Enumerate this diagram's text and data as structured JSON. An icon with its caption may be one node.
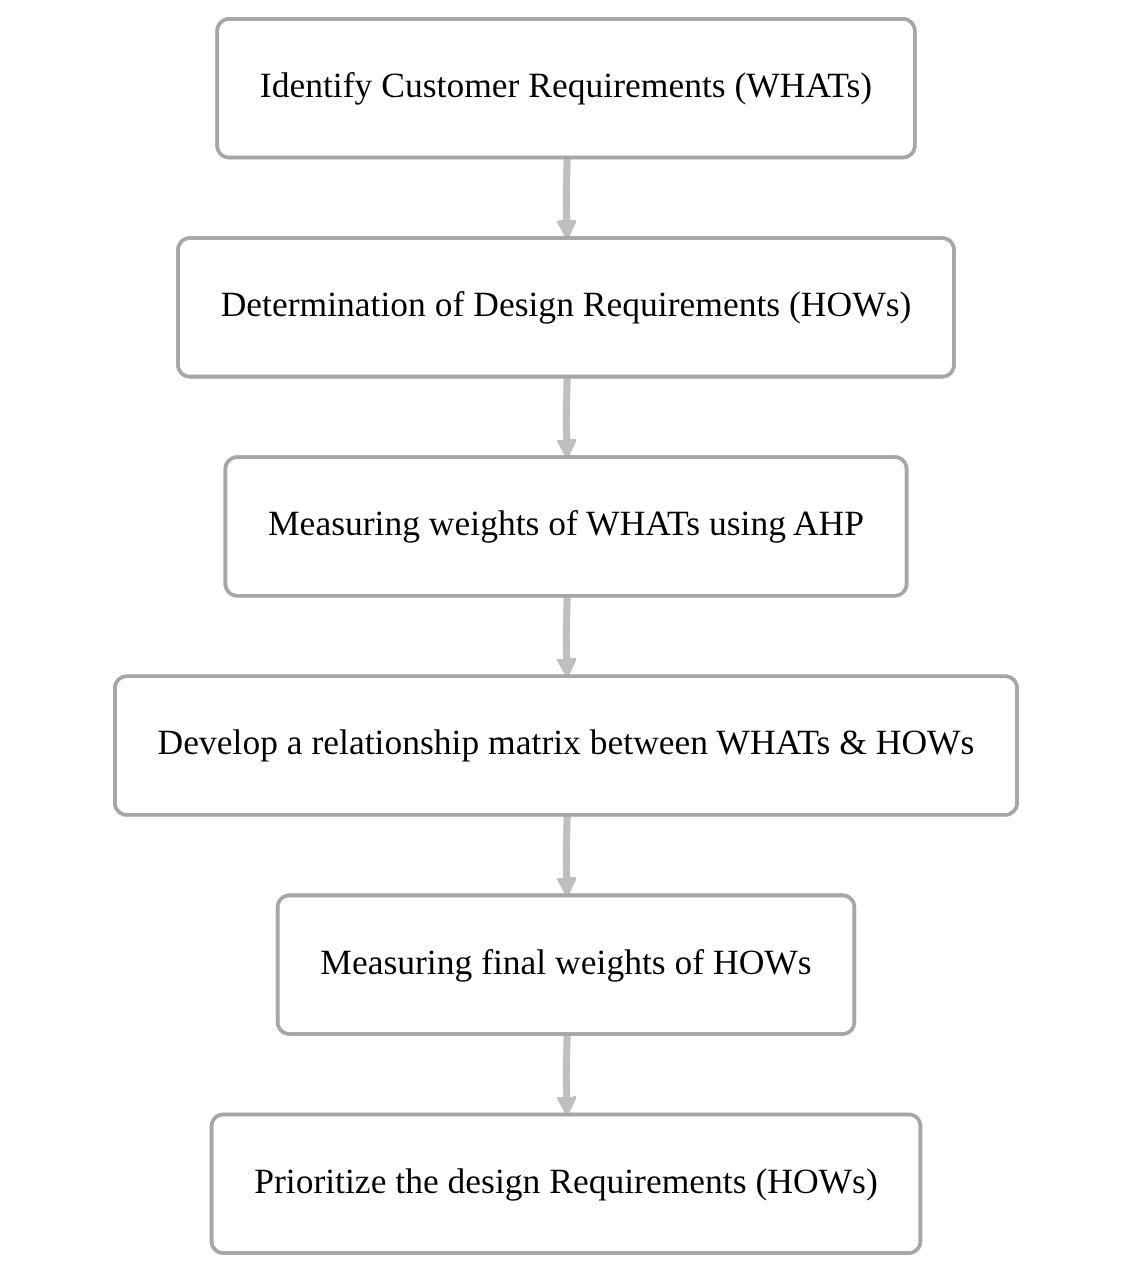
{
  "diagram": {
    "nodes": [
      {
        "text": [
          "Identify Customer Requirements (WHATs)"
        ]
      },
      {
        "text": [
          "Determination of Design Requirements (HOWs)"
        ]
      },
      {
        "text": [
          "Measuring weights of WHATs using AHP"
        ]
      },
      {
        "text": [
          "Develop a relationship matrix between WHATs & HOWs"
        ]
      },
      {
        "text": [
          "Measuring final weights of HOWs"
        ]
      },
      {
        "text": [
          "Prioritize the design Requirements (HOWs)"
        ]
      }
    ],
    "edges": [
      {
        "from": 0,
        "to": 1,
        "arrow": "to"
      },
      {
        "from": 1,
        "to": 2,
        "arrow": "to"
      },
      {
        "from": 2,
        "to": 3,
        "arrow": "to"
      },
      {
        "from": 3,
        "to": 4,
        "arrow": "to"
      },
      {
        "from": 4,
        "to": 5,
        "arrow": "to"
      }
    ]
  }
}
